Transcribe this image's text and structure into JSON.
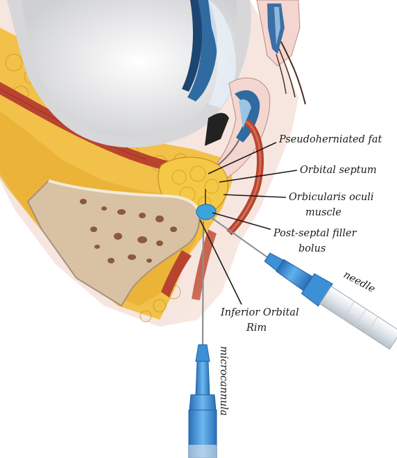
{
  "labels": {
    "pseudoherniated_fat": "Pseudoherniated fat",
    "orbital_septum": "Orbital septum",
    "orbicularis_line1": "Orbicularis oculi",
    "orbicularis_line2": "muscle",
    "postseptal_line1": "Post-septal filler",
    "postseptal_line2": "bolus",
    "inferior_rim_line1": "Inferior Orbital",
    "inferior_rim_line2": "Rim",
    "needle": "needle",
    "microcannula": "microcannula"
  },
  "colors": {
    "fat": "#f2c14a",
    "fat_dark": "#d99a1c",
    "muscle": "#b8442f",
    "bone": "#d9c2a3",
    "bone_pore": "#8a5a3c",
    "globe": "#e9e9ea",
    "iris": "#2f6aa0",
    "filler": "#3aa3e0",
    "syringe": "#3d8fd6",
    "skin": "#f3d6cf"
  }
}
